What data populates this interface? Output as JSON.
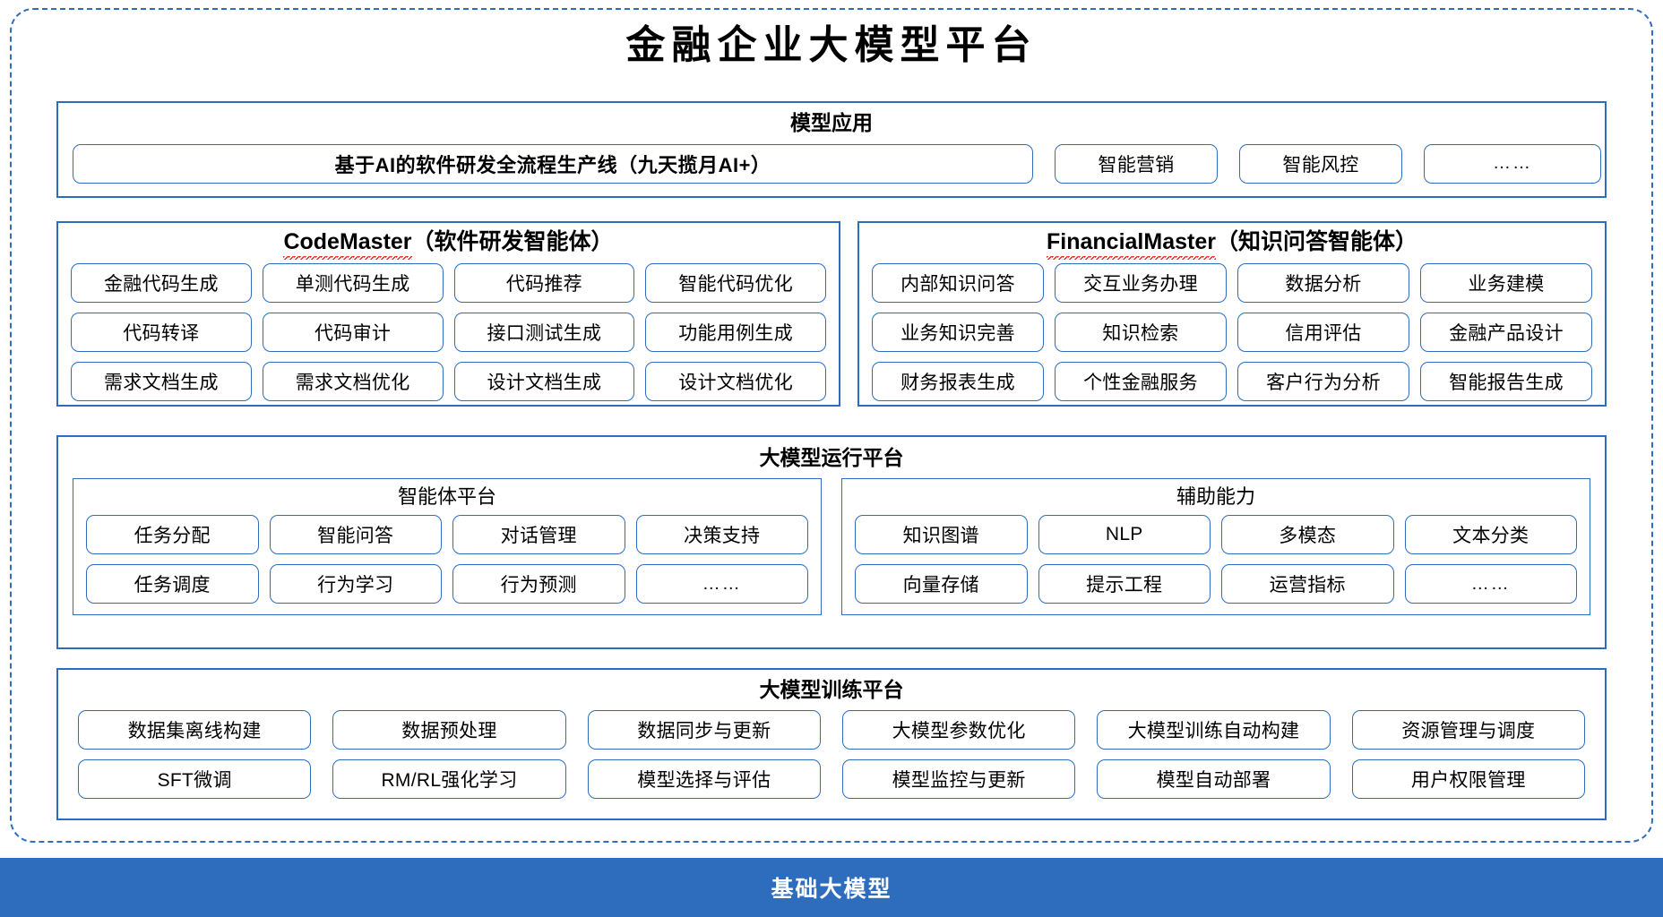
{
  "diagram": {
    "title": "金融企业大模型平台",
    "accent_color": "#2E6DBE",
    "spellcheck_underline_color": "#E03020"
  },
  "model_apps": {
    "title": "模型应用",
    "pipeline_label": "基于AI的软件研发全流程生产线（九天揽月AI+）",
    "apps": [
      "智能营销",
      "智能风控",
      "……"
    ]
  },
  "code_master": {
    "name": "CodeMaster",
    "suffix": "（软件研发智能体）",
    "rows": [
      [
        "金融代码生成",
        "单测代码生成",
        "代码推荐",
        "智能代码优化"
      ],
      [
        "代码转译",
        "代码审计",
        "接口测试生成",
        "功能用例生成"
      ],
      [
        "需求文档生成",
        "需求文档优化",
        "设计文档生成",
        "设计文档优化"
      ]
    ]
  },
  "financial_master": {
    "name": "FinancialMaster",
    "suffix": "（知识问答智能体）",
    "rows": [
      [
        "内部知识问答",
        "交互业务办理",
        "数据分析",
        "业务建模"
      ],
      [
        "业务知识完善",
        "知识检索",
        "信用评估",
        "金融产品设计"
      ],
      [
        "财务报表生成",
        "个性金融服务",
        "客户行为分析",
        "智能报告生成"
      ]
    ]
  },
  "runtime_platform": {
    "title": "大模型运行平台",
    "sub_panels": [
      {
        "title": "智能体平台",
        "rows": [
          [
            "任务分配",
            "智能问答",
            "对话管理",
            "决策支持"
          ],
          [
            "任务调度",
            "行为学习",
            "行为预测",
            "……"
          ]
        ]
      },
      {
        "title": "辅助能力",
        "rows": [
          [
            "知识图谱",
            "NLP",
            "多模态",
            "文本分类"
          ],
          [
            "向量存储",
            "提示工程",
            "运营指标",
            "……"
          ]
        ]
      }
    ]
  },
  "training_platform": {
    "title": "大模型训练平台",
    "rows": [
      [
        "数据集离线构建",
        "数据预处理",
        "数据同步与更新",
        "大模型参数优化",
        "大模型训练自动构建",
        "资源管理与调度"
      ],
      [
        "SFT微调",
        "RM/RL强化学习",
        "模型选择与评估",
        "模型监控与更新",
        "模型自动部署",
        "用户权限管理"
      ]
    ]
  },
  "base_model": {
    "label": "基础大模型"
  }
}
